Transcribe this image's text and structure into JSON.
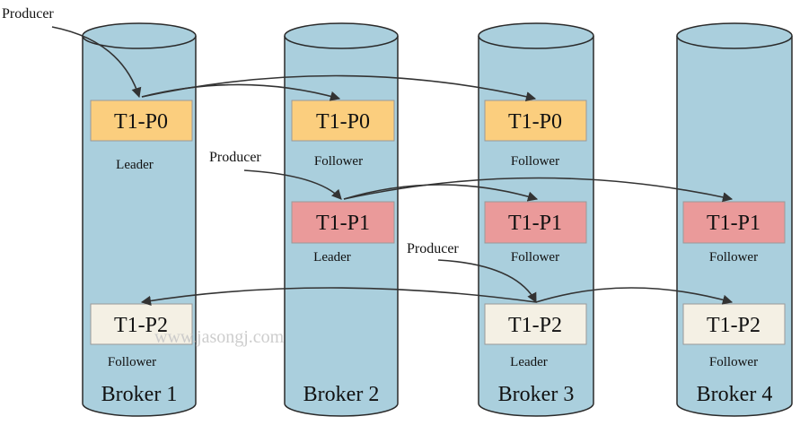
{
  "colors": {
    "cylinder_fill": "#aacfdd",
    "cylinder_stroke": "#2a2a2a",
    "p0_fill": "#fbce7e",
    "p1_fill": "#ea9a9a",
    "p2_fill": "#f4f0e4",
    "arrow": "#333333",
    "watermark": "#c8c8c8"
  },
  "brokers": [
    {
      "name": "Broker 1"
    },
    {
      "name": "Broker 2"
    },
    {
      "name": "Broker 3"
    },
    {
      "name": "Broker 4"
    }
  ],
  "partitions": [
    {
      "id": "p0-b1",
      "label": "T1-P0",
      "role": "Leader",
      "kind": "p0"
    },
    {
      "id": "p0-b2",
      "label": "T1-P0",
      "role": "Follower",
      "kind": "p0"
    },
    {
      "id": "p0-b3",
      "label": "T1-P0",
      "role": "Follower",
      "kind": "p0"
    },
    {
      "id": "p1-b2",
      "label": "T1-P1",
      "role": "Leader",
      "kind": "p1"
    },
    {
      "id": "p1-b3",
      "label": "T1-P1",
      "role": "Follower",
      "kind": "p1"
    },
    {
      "id": "p1-b4",
      "label": "T1-P1",
      "role": "Follower",
      "kind": "p1"
    },
    {
      "id": "p2-b1",
      "label": "T1-P2",
      "role": "Follower",
      "kind": "p2"
    },
    {
      "id": "p2-b3",
      "label": "T1-P2",
      "role": "Leader",
      "kind": "p2"
    },
    {
      "id": "p2-b4",
      "label": "T1-P2",
      "role": "Follower",
      "kind": "p2"
    }
  ],
  "producers": [
    {
      "label": "Producer"
    },
    {
      "label": "Producer"
    },
    {
      "label": "Producer"
    }
  ],
  "watermark": "www.jasongj.com"
}
